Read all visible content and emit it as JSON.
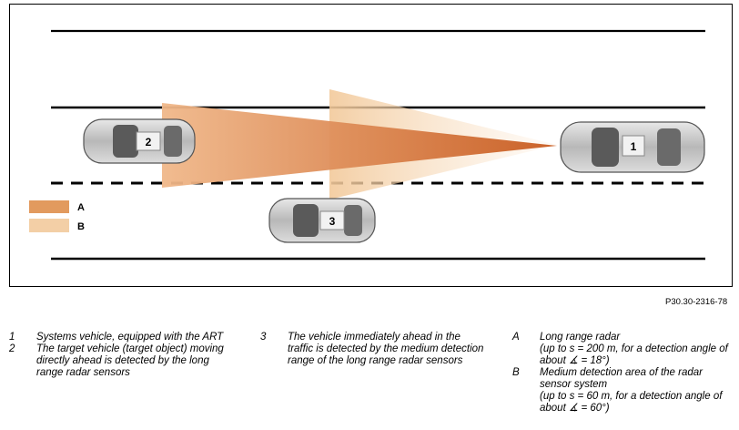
{
  "diagram": {
    "swatch_a_label": "A",
    "swatch_b_label": "B",
    "car_1_label": "1",
    "car_2_label": "2",
    "car_3_label": "3",
    "colors": {
      "long_range": "#d97a3a",
      "medium_range": "#f0c28e",
      "lines": "#000000",
      "car_body": "#c8c8c8"
    }
  },
  "figure_ref": "P30.30-2316-78",
  "legend": {
    "items": [
      {
        "key": "1",
        "text": "Systems vehicle, equipped with the ART"
      },
      {
        "key": "2",
        "text": "The target vehicle (target object) moving directly ahead is detected by the long range radar sensors"
      },
      {
        "key": "3",
        "text": "The vehicle immediately ahead in the traffic is detected by the medium detection range of the long range radar sensors"
      },
      {
        "key": "A",
        "text": "Long range radar\n(up to s = 200 m, for a detection angle of about  ∡ = 18°)"
      },
      {
        "key": "B",
        "text": "Medium detection area of the radar sensor system\n(up to s = 60 m, for a detection angle of about  ∡ = 60°)"
      }
    ]
  }
}
